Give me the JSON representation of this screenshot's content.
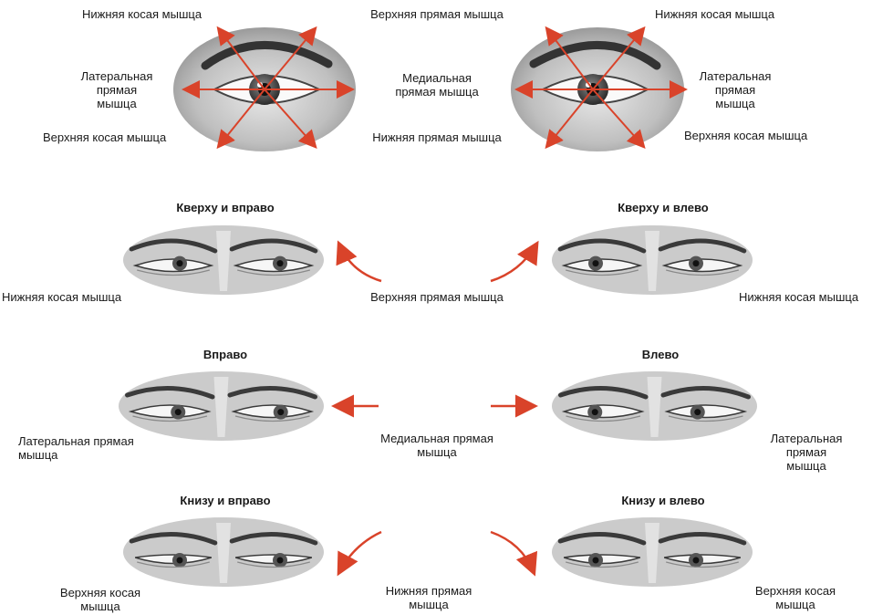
{
  "top_left": {
    "upper_left": "Нижняя косая мышца",
    "side": "Латеральная\nпрямая\nмышца",
    "lower_left": "Верхняя косая мышца"
  },
  "top_center": {
    "upper": "Верхняя прямая мышца",
    "middle": "Медиальная\nпрямая мышца",
    "lower": "Нижняя прямая мышца"
  },
  "top_right": {
    "upper_right": "Нижняя косая мышца",
    "side": "Латеральная\nпрямая\nмышца",
    "lower_right": "Верхняя косая мышца"
  },
  "rows": [
    {
      "left_title": "Кверху и вправо",
      "right_title": "Кверху и влево",
      "left_label": "Нижняя косая мышца",
      "center_label": "Верхняя прямая мышца",
      "right_label": "Нижняя косая мышца"
    },
    {
      "left_title": "Вправо",
      "right_title": "Влево",
      "left_label": "Латеральная прямая\nмышца",
      "center_label": "Медиальная прямая\nмышца",
      "right_label": "Латеральная прямая\nмышца"
    },
    {
      "left_title": "Книзу и вправо",
      "right_title": "Книзу и влево",
      "left_label": "Верхняя косая\nмышца",
      "center_label": "Нижняя прямая\nмышца",
      "right_label": "Верхняя косая\nмышца"
    }
  ],
  "colors": {
    "arrow": "#d9432a",
    "skin": "#cfcfcf",
    "iris": "#555555"
  }
}
